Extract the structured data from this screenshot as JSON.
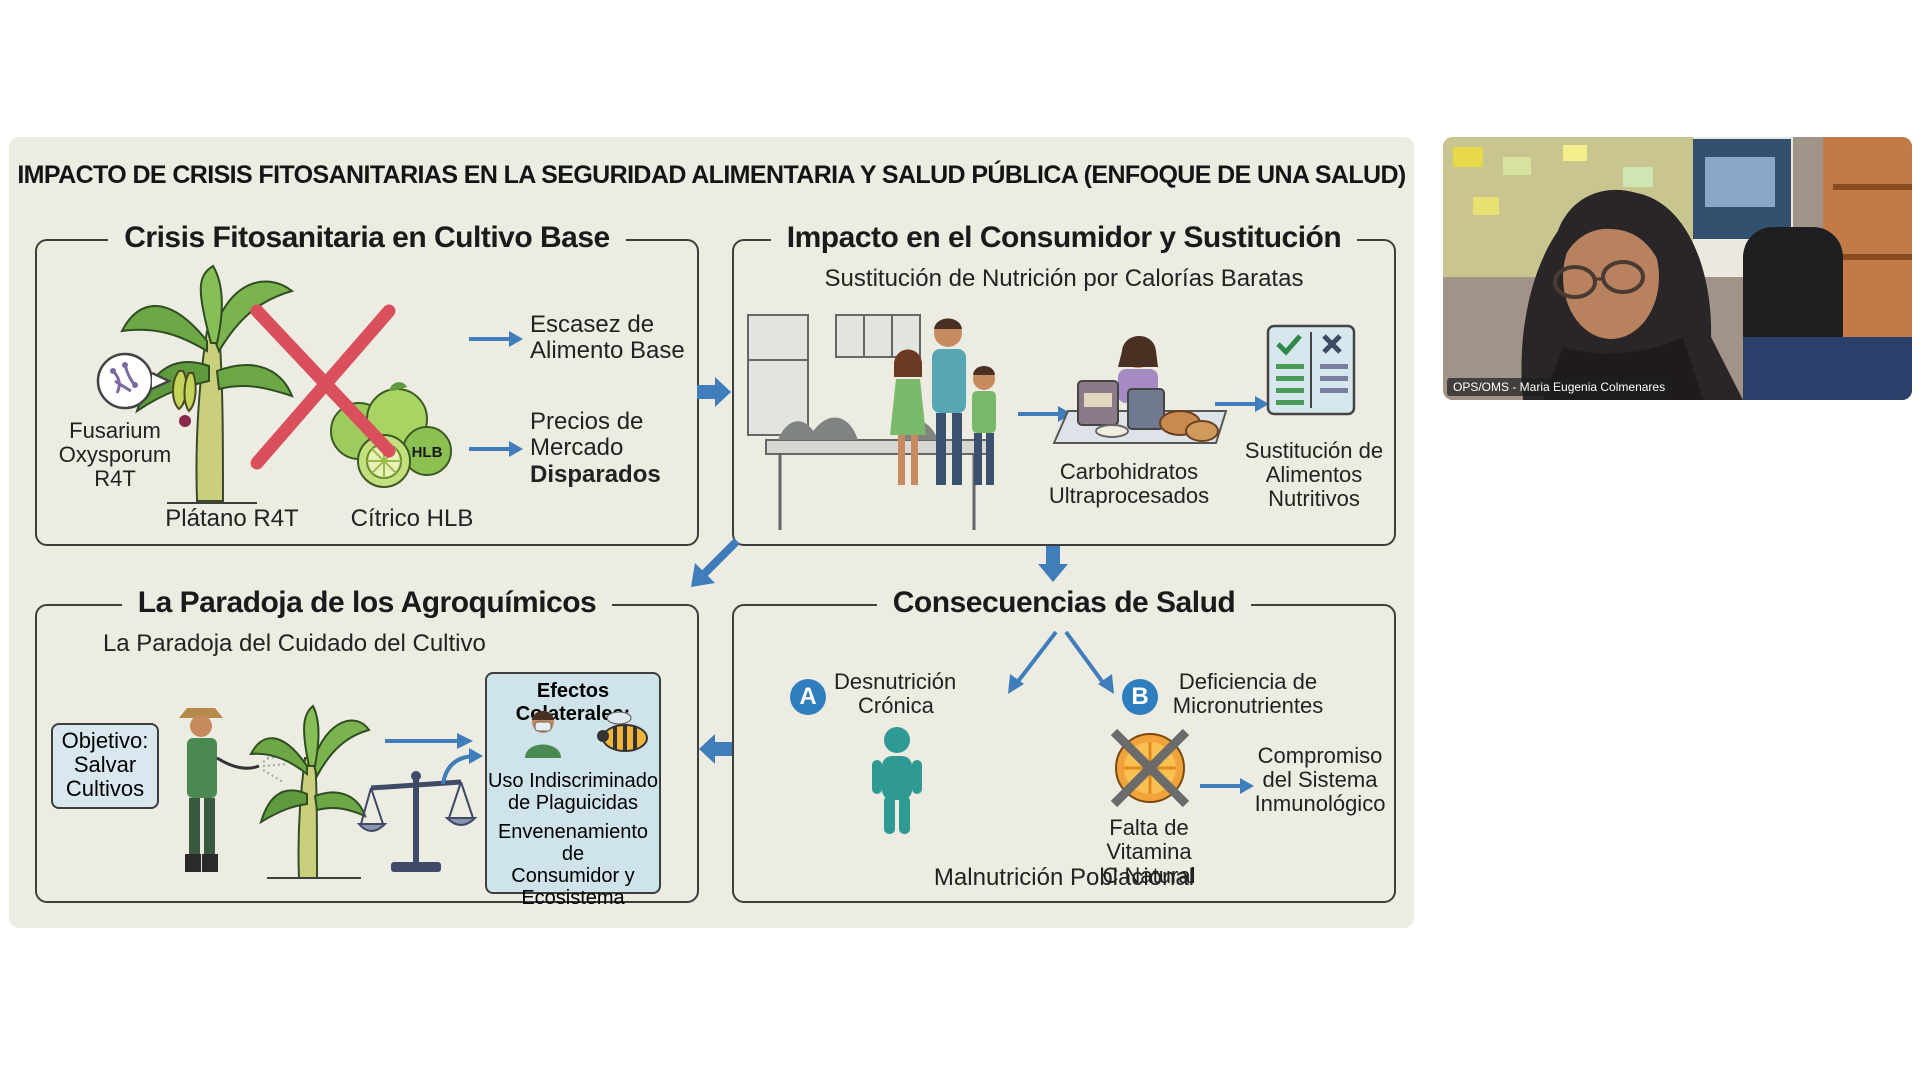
{
  "slide": {
    "title": "IMPACTO DE CRISIS FITOSANITARIAS EN LA SEGURIDAD ALIMENTARIA Y SALUD PÚBLICA (ENFOQUE DE UNA SALUD)",
    "panel1": {
      "title": "Crisis Fitosanitaria en Cultivo Base",
      "pathogen": [
        "Fusarium",
        "Oxysporum",
        "R4T"
      ],
      "banana_label": "Plátano R4T",
      "citrus_label": "Cítrico HLB",
      "hlb_badge": "HLB",
      "effect1": [
        "Escasez de",
        "Alimento Base"
      ],
      "effect2": [
        "Precios de",
        "Mercado"
      ],
      "effect2_bold": "Disparados"
    },
    "panel2": {
      "title": "Impacto en el Consumidor y Sustitución",
      "subtitle": "Sustitución de Nutrición por Calorías Baratas",
      "carb_label": [
        "Carbohidratos",
        "Ultraprocesados"
      ],
      "subst_label": [
        "Sustitución de Alimentos",
        "Nutritivos"
      ]
    },
    "panel3": {
      "title": "La Paradoja de los Agroquímicos",
      "subtitle": "La Paradoja del Cuidado del Cultivo",
      "objective": [
        "Objetivo:",
        "Salvar",
        "Cultivos"
      ],
      "effects_title": "Efectos Colaterales:",
      "effects_1": [
        "Uso Indiscriminado",
        "de Plaguicidas"
      ],
      "effects_2": [
        "Envenenamiento de",
        "Consumidor y",
        "Ecosistema"
      ]
    },
    "panel4": {
      "title": "Consecuencias de Salud",
      "badge_a": "A",
      "a_label": [
        "Desnutrición",
        "Crónica"
      ],
      "badge_b": "B",
      "b_label": [
        "Deficiencia de",
        "Micronutrientes"
      ],
      "vit_label": [
        "Falta de Vitamina",
        "C Natural"
      ],
      "immune_label": [
        "Compromiso",
        "del Sistema",
        "Inmunológico"
      ],
      "bottom": "Malnutrición Poblacional"
    }
  },
  "video": {
    "participant": "OPS/OMS - Maria Eugenia Colmenares"
  },
  "colors": {
    "arrow": "#3f7dbb",
    "cross": "#d9505c",
    "slide_bg": "#ecece3"
  }
}
